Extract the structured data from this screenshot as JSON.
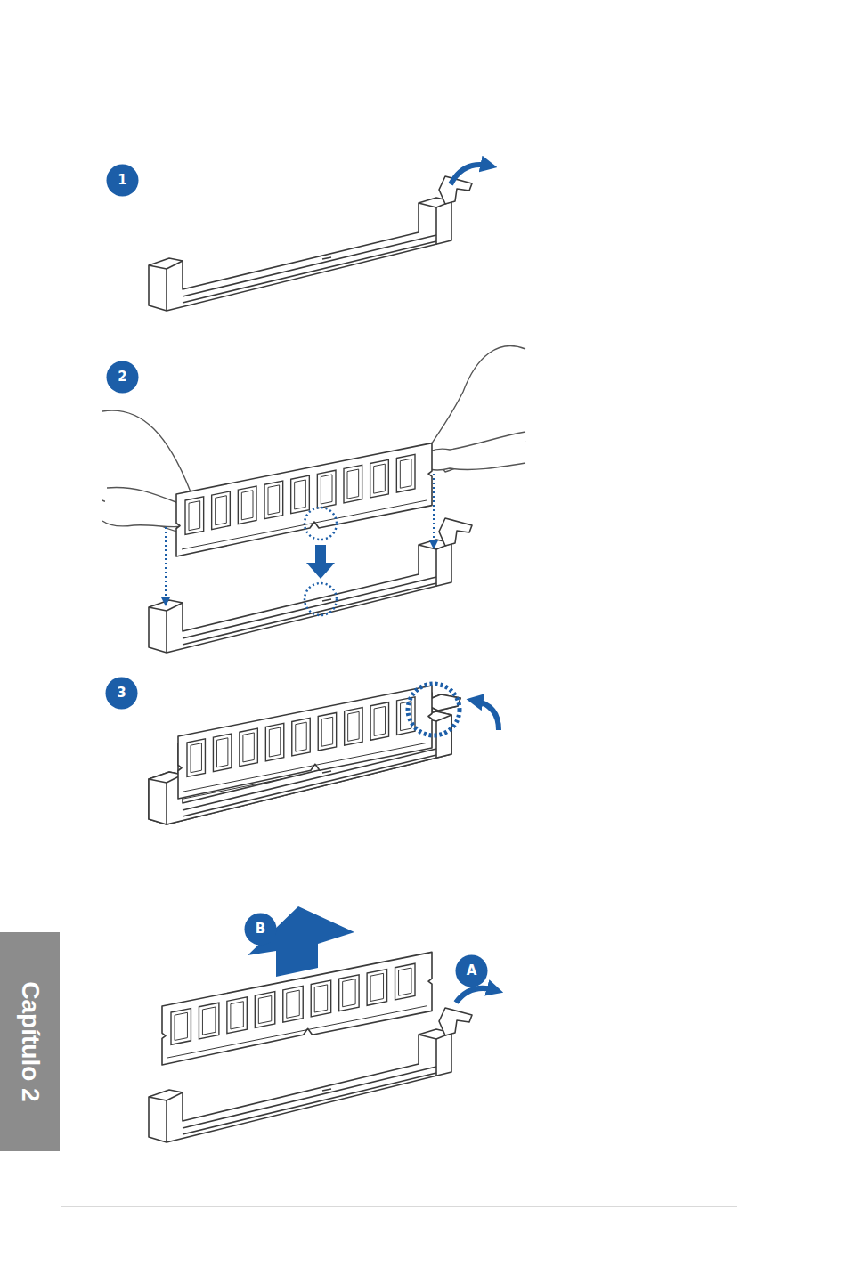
{
  "diagram": {
    "nodes": [
      {
        "text": [
          "1"
        ]
      },
      {
        "text": [
          "2"
        ]
      },
      {
        "text": [
          "3"
        ]
      },
      {
        "text": [
          "B"
        ]
      },
      {
        "text": [
          "A"
        ]
      },
      {
        "text": [
          "Capítulo 2"
        ]
      }
    ]
  }
}
